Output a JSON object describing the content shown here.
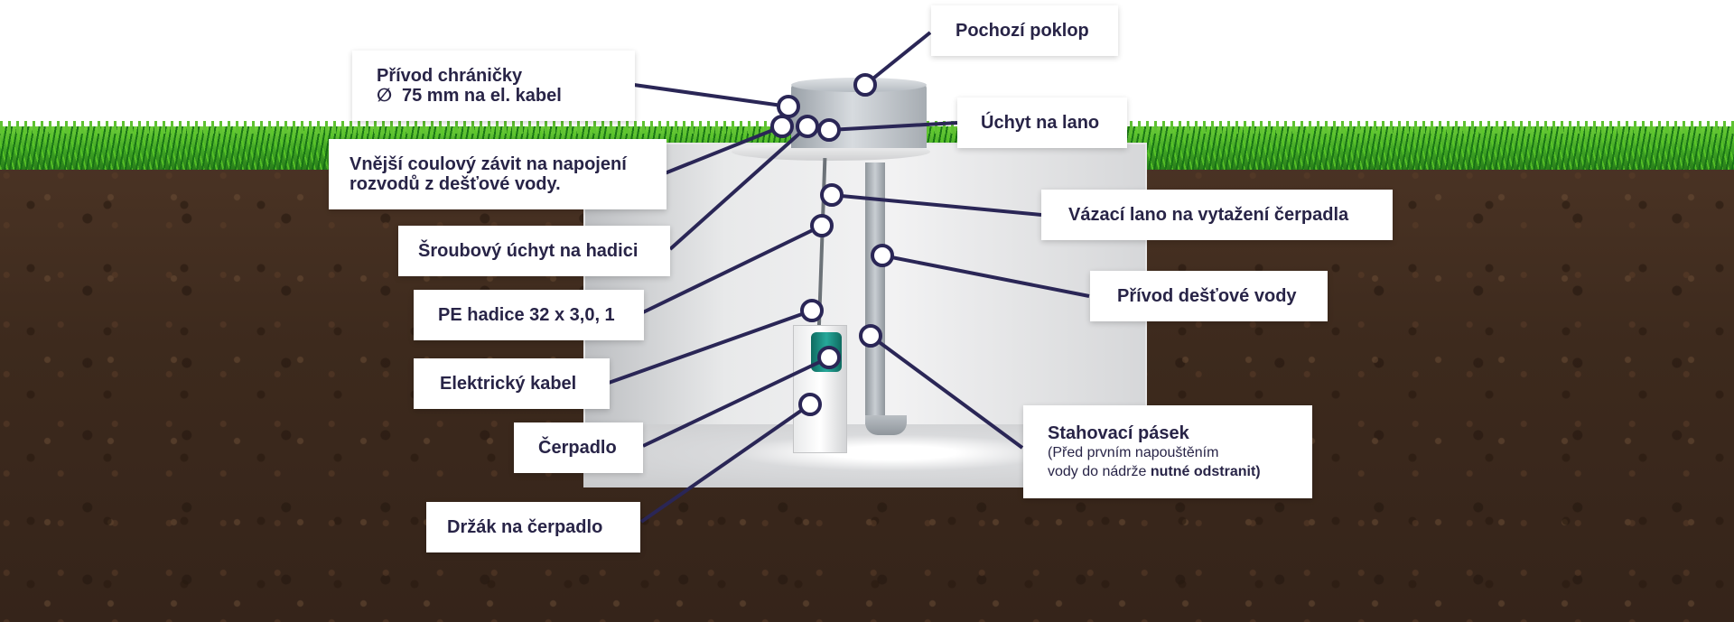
{
  "callouts": {
    "pochozi_poklop": "Pochozí poklop",
    "privod_chranicky": {
      "line1": "Přívod chráničky",
      "diameter_symbol": "∅",
      "line2": "75 mm na  el. kabel"
    },
    "uchyt_na_lano": "Úchyt na lano",
    "vnejsi_zavit": {
      "line1": "Vnější coulový závit na napojení",
      "line2": "rozvodů z dešťové vody."
    },
    "vazaci_lano": "Vázací lano na vytažení čerpadla",
    "sroubovy_uchyt": "Šroubový úchyt na hadici",
    "privod_destove_vody": "Přívod dešťové vody",
    "pe_hadice": "PE hadice 32 x 3,0, 1",
    "elektricky_kabel": "Elektrický kabel",
    "cerpadlo": "Čerpadlo",
    "stahovaci_pasek": {
      "title": "Stahovací pásek",
      "note_line1": "(Před prvním napouštěním",
      "note_line2_prefix": "vody do nádrže ",
      "note_line2_bold": "nutné odstranit)"
    },
    "drzak_na_cerpadlo": "Držák na čerpadlo"
  },
  "colors": {
    "label_text": "#282447",
    "connector_line": "#2a2656",
    "marker_fill": "#ffffff",
    "grass": "#3fa524",
    "soil": "#3d2a1d",
    "pump_green": "#1a8c7e"
  }
}
